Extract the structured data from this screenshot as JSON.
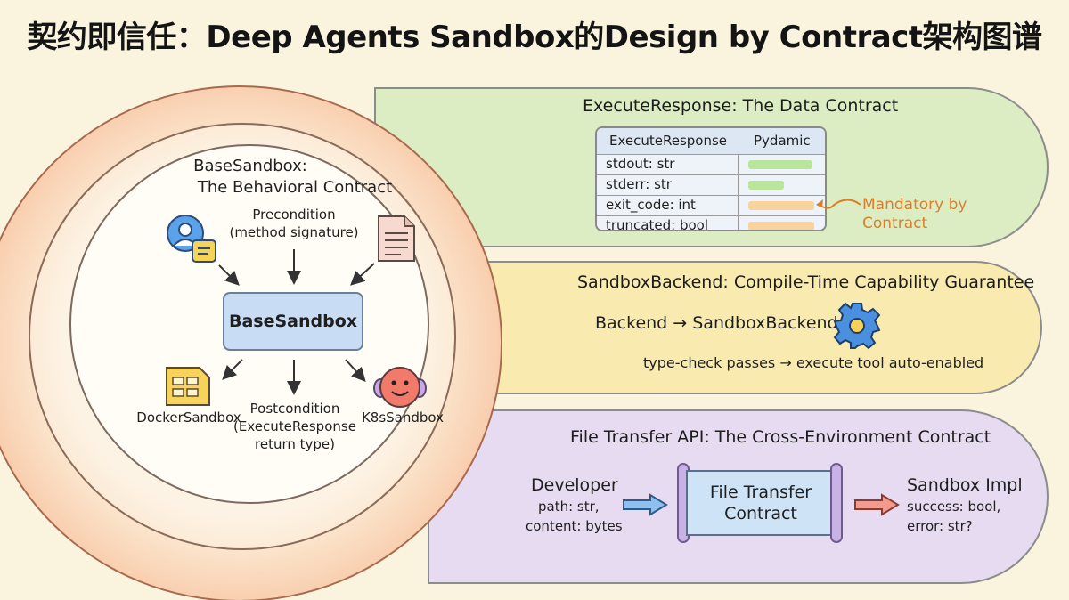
{
  "title": "契约即信任：Deep Agents Sandbox的Design by Contract架构图谱",
  "base_sandbox": {
    "heading_line1": "BaseSandbox:",
    "heading_line2": "The Behavioral Contract",
    "precondition_line1": "Precondition",
    "precondition_line2": "(method signature)",
    "center_label": "BaseSandbox",
    "docker": "DockerSandbox",
    "k8s": "K8sSandbox",
    "postcondition_line1": "Postcondition",
    "postcondition_line2": "(ExecuteResponse",
    "postcondition_line3": "return type)"
  },
  "execute_response": {
    "title": "ExecuteResponse: The Data Contract",
    "col1": "ExecuteResponse",
    "col2": "Pydamic",
    "rows": [
      {
        "field": "stdout: str",
        "color": "#b9e69a"
      },
      {
        "field": "stderr: str",
        "color": "#b9e69a"
      },
      {
        "field": "exit_code: int",
        "color": "#f8d39c"
      },
      {
        "field": "truncated: bool",
        "color": "#f8d39c"
      }
    ],
    "note_line1": "Mandatory by",
    "note_line2": "Contract",
    "note_color": "#d9802c"
  },
  "sandbox_backend": {
    "title": "SandboxBackend: Compile-Time Capability Guarantee",
    "mapping": "Backend → SandboxBackend",
    "result": "type-check passes → execute tool auto-enabled",
    "icon": "gear-icon"
  },
  "file_transfer": {
    "title": "File Transfer API: The Cross-Environment Contract",
    "developer": "Developer",
    "dev_line1": "path: str,",
    "dev_line2": "content: bytes",
    "contract_line1": "File Transfer",
    "contract_line2": "Contract",
    "impl": "Sandbox Impl",
    "impl_line1": "success: bool,",
    "impl_line2": "error: str?"
  }
}
